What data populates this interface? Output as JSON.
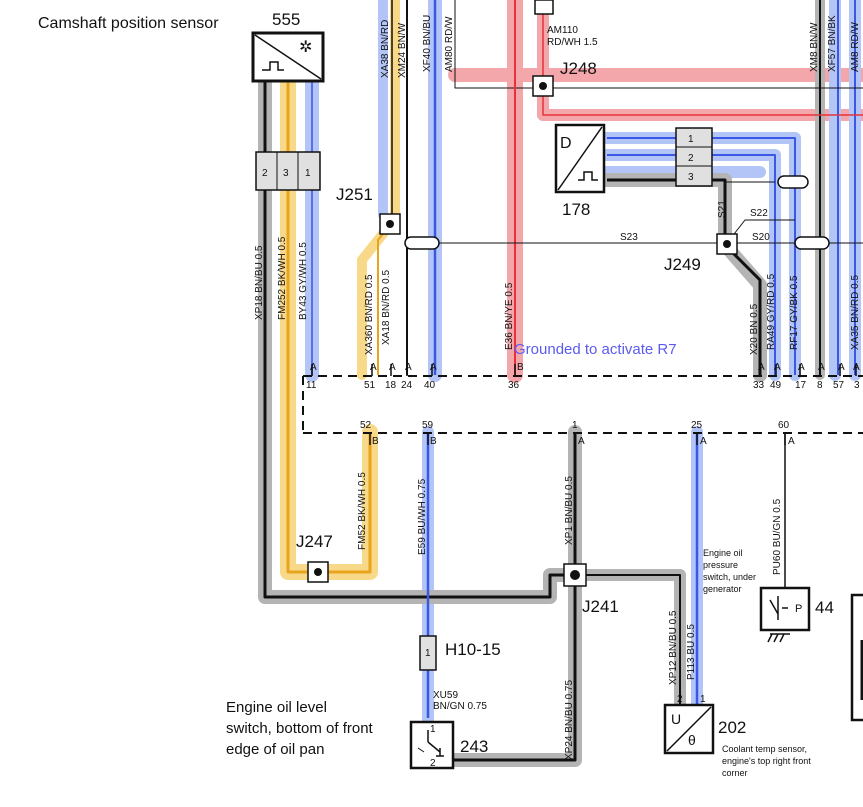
{
  "labels": {
    "camshaft_sensor": "Camshaft position sensor",
    "grounded_note": "Grounded to activate R7",
    "engine_oil_level": [
      "Engine oil level",
      "switch, bottom of front",
      "edge of oil pan"
    ],
    "oil_pressure": [
      "Engine oil",
      "pressure",
      "switch, under",
      "generator"
    ],
    "coolant_temp": [
      "Coolant temp sensor,",
      "engine's top right front",
      "corner"
    ],
    "am110_wire": [
      "AM110",
      "RD/WH 1.5"
    ]
  },
  "components": {
    "c555": "555",
    "c178": "178",
    "c44": "44",
    "c202": "202",
    "c243": "243",
    "p_symbol": "P"
  },
  "junctions": {
    "j248": "J248",
    "j251": "J251",
    "j249": "J249",
    "j247": "J247",
    "j241": "J241",
    "h10_15": "H10-15"
  },
  "splices": {
    "s21": "S21",
    "s22": "S22",
    "s20": "S20",
    "s23": "S23"
  },
  "wires": {
    "xp18": "XP18  BN/BU 0.5",
    "fm252": "FM252  BK/WH 0.5",
    "by43": "BY43  GY/WH 0.5",
    "xa360": "XA360  BN/RD 0.5",
    "xa18": "XA18  BN/RD 0.5",
    "xa38_top": "XA38  BN/RD",
    "xm24_top": "XM24  BN/W",
    "xf40_top": "XF40  BN/BU",
    "am80_top": "AM80  RD/W",
    "e36": "E36  BN/YE 0.5",
    "x20": "X20  BN 0.5",
    "ra49": "RA49  GY/RD 0.5",
    "rf17": "RF17  GY/BK 0.5",
    "xa35": "XA35  BN/RD 0.5",
    "xm8_top": "XM8  BN/W",
    "xf57_top": "XF57  BN/BK",
    "am8_top": "AM8  RD/W",
    "fm52": "FM52  BK/WH 0.5",
    "e59": "E59  BU/WH 0.75",
    "xp1": "XP1  BN/BU 0.5",
    "pu60": "PU60  BU/GN 0.5",
    "xp12": "XP12  BN/BU 0.5",
    "p113": "P113  BU 0.5",
    "xp24": "XP24  BN/BU 0.75",
    "xu59": [
      "XU59",
      "BN/GN 0.75"
    ]
  },
  "pins": {
    "top_row": [
      "11",
      "51",
      "18",
      "24",
      "40",
      "36",
      "33",
      "49",
      "17",
      "8",
      "57",
      "3"
    ],
    "top_row_letters": [
      "A",
      "A",
      "A",
      "A",
      "A",
      "B",
      "A",
      "A",
      "A",
      "A",
      "A",
      "A"
    ],
    "bottom_row": [
      "52",
      "59",
      "1",
      "25",
      "60"
    ],
    "bottom_row_letters": [
      "B",
      "B",
      "A",
      "A",
      "A"
    ],
    "connector_555": [
      "2",
      "3",
      "1"
    ],
    "connector_178": [
      "1",
      "2",
      "3"
    ],
    "h10_pin": "1",
    "c243_pins": [
      "1",
      "2"
    ],
    "c202_pins": [
      "2",
      "1"
    ]
  },
  "colors": {
    "red": "#e8323a",
    "red_glow": "#f4a7ab",
    "blue": "#3a58e6",
    "blue_glow": "#b3c4f6",
    "yellow": "#e8a41c",
    "yellow_glow": "#f8d98a",
    "black": "#111111",
    "gray_glow": "#b4b4b4"
  }
}
